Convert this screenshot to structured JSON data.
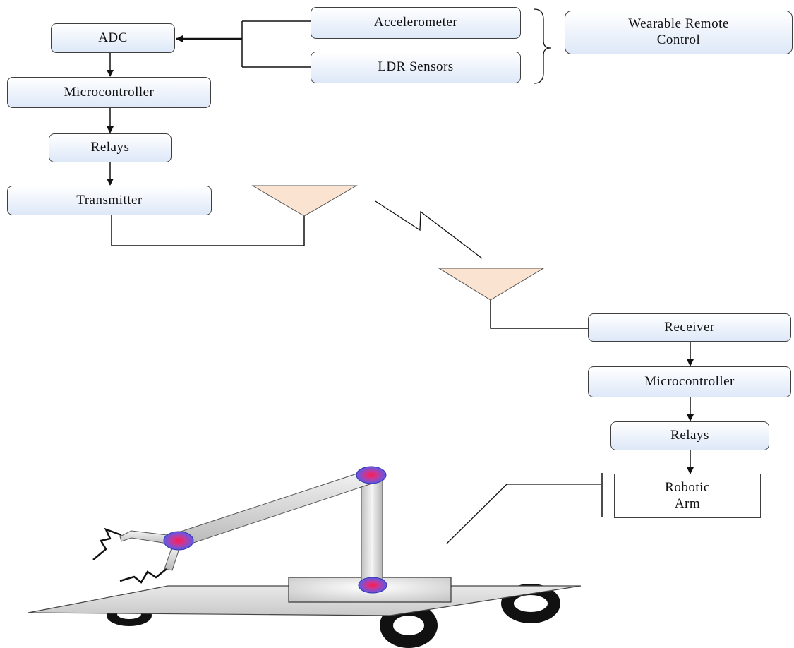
{
  "transmitter_side": {
    "adc": "ADC",
    "accelerometer": "Accelerometer",
    "ldr_sensors": "LDR Sensors",
    "wearable_remote_control": "Wearable Remote Control",
    "microcontroller": "Microcontroller",
    "relays": "Relays",
    "transmitter": "Transmitter"
  },
  "receiver_side": {
    "receiver": "Receiver",
    "microcontroller": "Microcontroller",
    "relays": "Relays",
    "robotic_arm_line1": "Robotic",
    "robotic_arm_line2": "Arm"
  },
  "colors": {
    "box_gradient_bottom": "#dde8f8",
    "antenna_fill": "#fbe3d1",
    "joint_outer": "#5a5aea",
    "joint_inner": "#e0206a"
  }
}
